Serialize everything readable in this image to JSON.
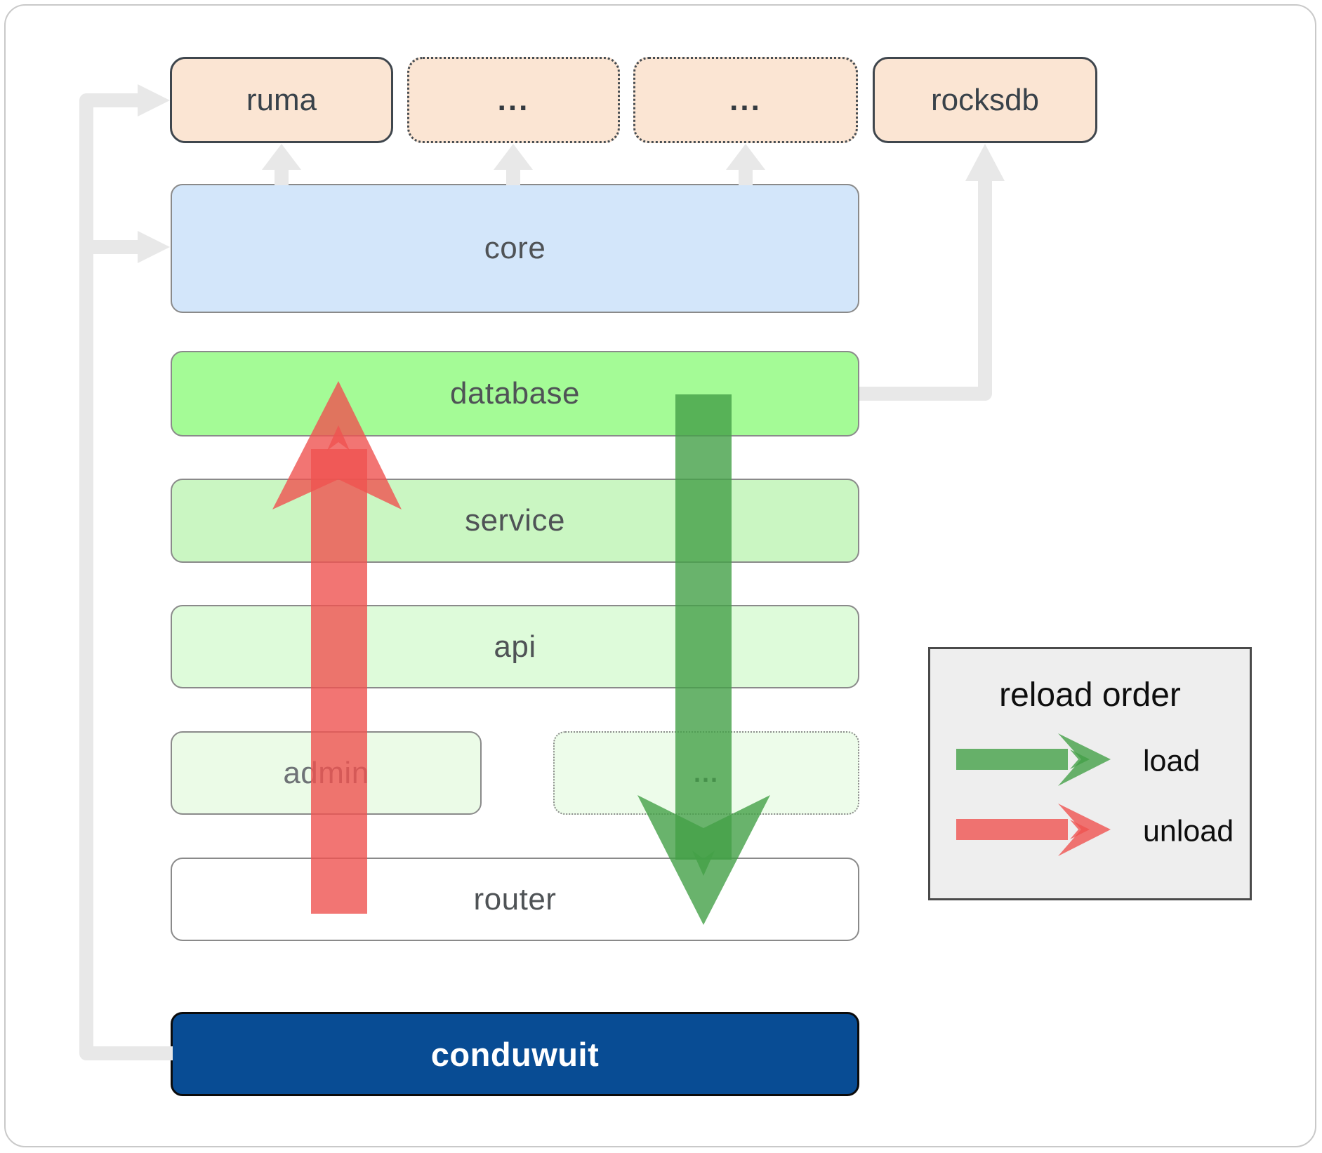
{
  "nodes": {
    "ruma": {
      "label": "ruma"
    },
    "top_ellipsis_1": {
      "label": "..."
    },
    "top_ellipsis_2": {
      "label": "..."
    },
    "rocksdb": {
      "label": "rocksdb"
    },
    "core": {
      "label": "core"
    },
    "database": {
      "label": "database"
    },
    "service": {
      "label": "service"
    },
    "api": {
      "label": "api"
    },
    "admin": {
      "label": "admin"
    },
    "admin_ellipsis": {
      "label": "..."
    },
    "router": {
      "label": "router"
    },
    "conduwuit": {
      "label": "conduwuit"
    }
  },
  "legend": {
    "title": "reload order",
    "items": [
      {
        "label": "load",
        "color": "#43a047"
      },
      {
        "label": "unload",
        "color": "#ef5350"
      }
    ]
  },
  "colors": {
    "load_green": "#43a047",
    "unload_red": "#ef5350",
    "connector_gray": "#e8e8e8",
    "peach_fill": "#fbe5d3",
    "core_fill": "#d3e6fa",
    "database_fill": "#a4fb96",
    "service_fill": "#caf6c2",
    "api_fill": "#defbda",
    "admin_fill": "#ebfbe7",
    "router_fill": "#ffffff",
    "conduwuit_fill": "#084c94",
    "legend_bg": "#eeeeee"
  }
}
